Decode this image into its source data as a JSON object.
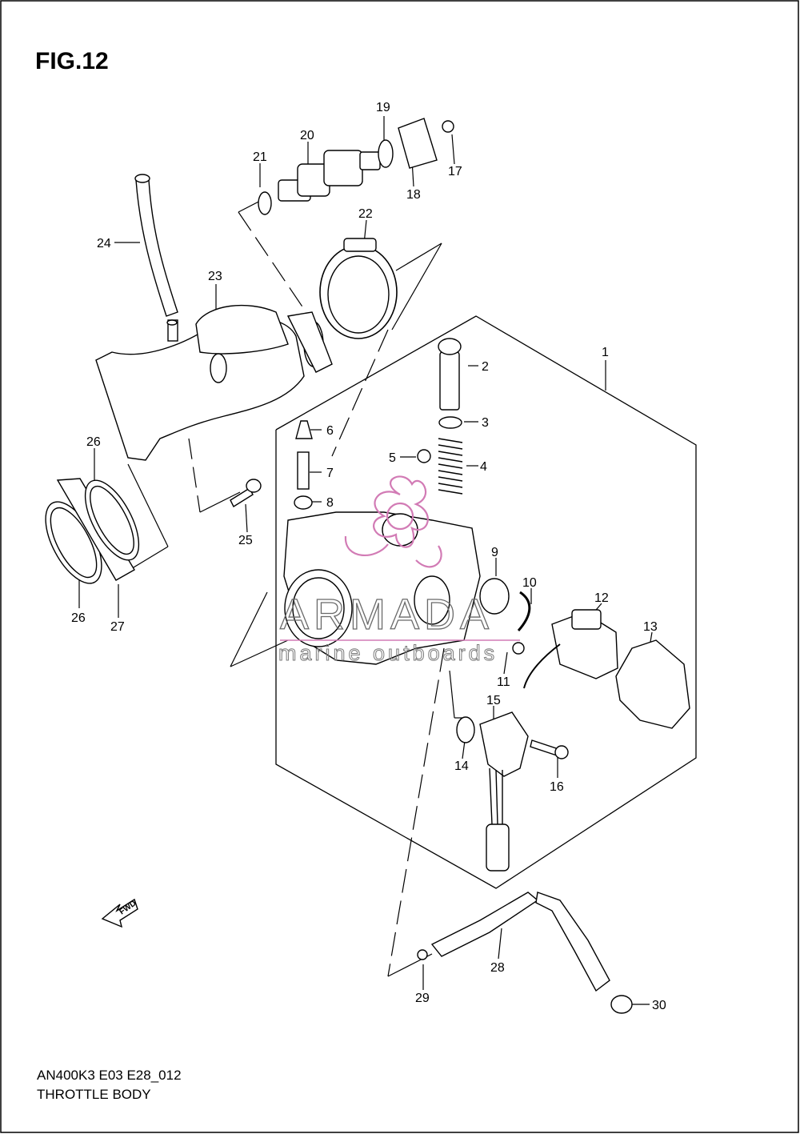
{
  "figure": {
    "title": "FIG.12"
  },
  "footer": {
    "code": "AN400K3 E03 E28_012",
    "name": "THROTTLE BODY"
  },
  "watermark": {
    "brand": "ARMADA",
    "tagline": "marine outboards",
    "color": "#d27bb5"
  },
  "fwd_arrow": {
    "label": "FWD"
  },
  "callouts": [
    "1",
    "2",
    "3",
    "4",
    "5",
    "6",
    "7",
    "8",
    "9",
    "10",
    "11",
    "12",
    "13",
    "14",
    "15",
    "16",
    "17",
    "18",
    "19",
    "20",
    "21",
    "22",
    "23",
    "24",
    "25",
    "26",
    "26",
    "27",
    "28",
    "29",
    "30"
  ]
}
